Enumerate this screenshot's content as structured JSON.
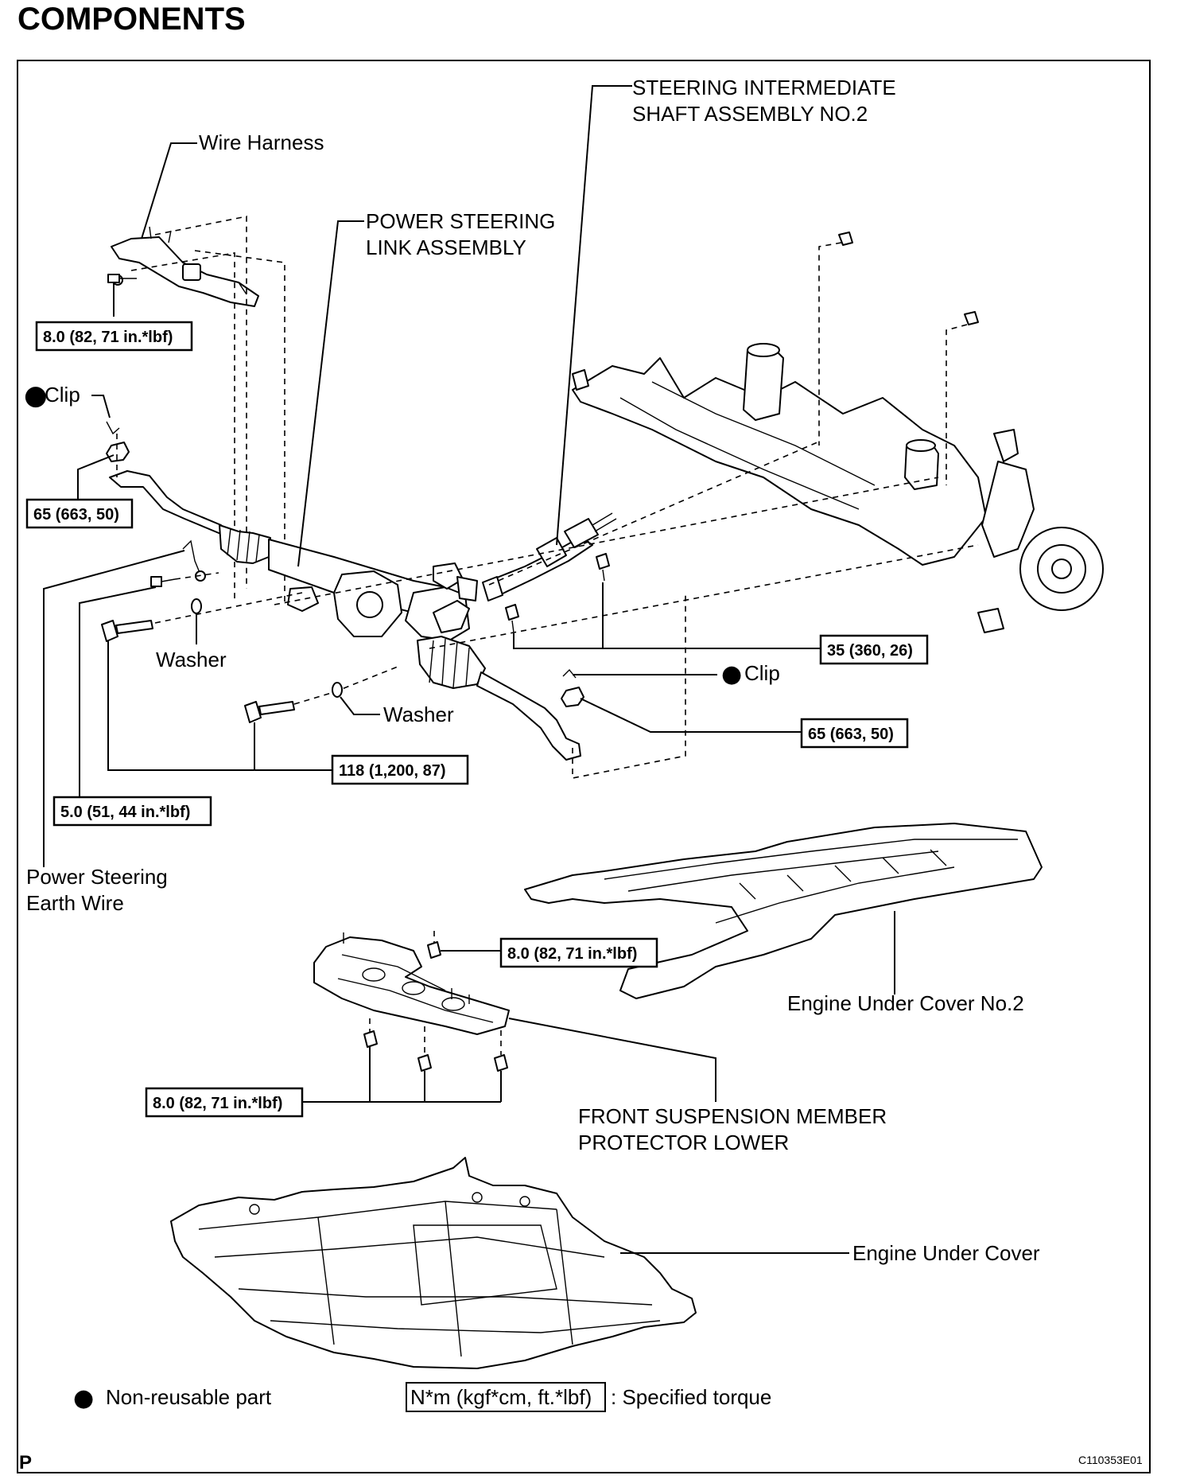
{
  "page_title": "COMPONENTS",
  "labels": {
    "wire_harness": "Wire Harness",
    "ps_link_1": "POWER STEERING",
    "ps_link_2": "LINK ASSEMBLY",
    "shaft_1": "STEERING INTERMEDIATE",
    "shaft_2": "SHAFT ASSEMBLY NO.2",
    "clip_left": "Clip",
    "clip_right": "Clip",
    "washer_1": "Washer",
    "washer_2": "Washer",
    "earth_wire_1": "Power Steering",
    "earth_wire_2": "Earth Wire",
    "under_cover_no2": "Engine Under Cover No.2",
    "protector_1": "FRONT SUSPENSION MEMBER",
    "protector_2": "PROTECTOR LOWER",
    "under_cover": "Engine Under Cover"
  },
  "torques": {
    "wire_harness_bolt": "8.0 (82, 71 in.*lbf)",
    "tie_rod_nut_left": "65 (663, 50)",
    "intermediate_shaft_bolt": "35 (360, 26)",
    "tie_rod_nut_right": "65 (663, 50)",
    "rack_bolts": "118 (1,200, 87)",
    "earth_wire_bolt": "5.0 (51, 44 in.*lbf)",
    "protector_bolt_upper": "8.0 (82, 71 in.*lbf)",
    "protector_bolts_lower": "8.0 (82, 71 in.*lbf)"
  },
  "legend": {
    "non_reusable": "Non-reusable part",
    "torque_unit": "N*m (kgf*cm, ft.*lbf)",
    "torque_desc": ": Specified torque"
  },
  "footer": {
    "page_marker": "P",
    "figure_code": "C110353E01"
  }
}
